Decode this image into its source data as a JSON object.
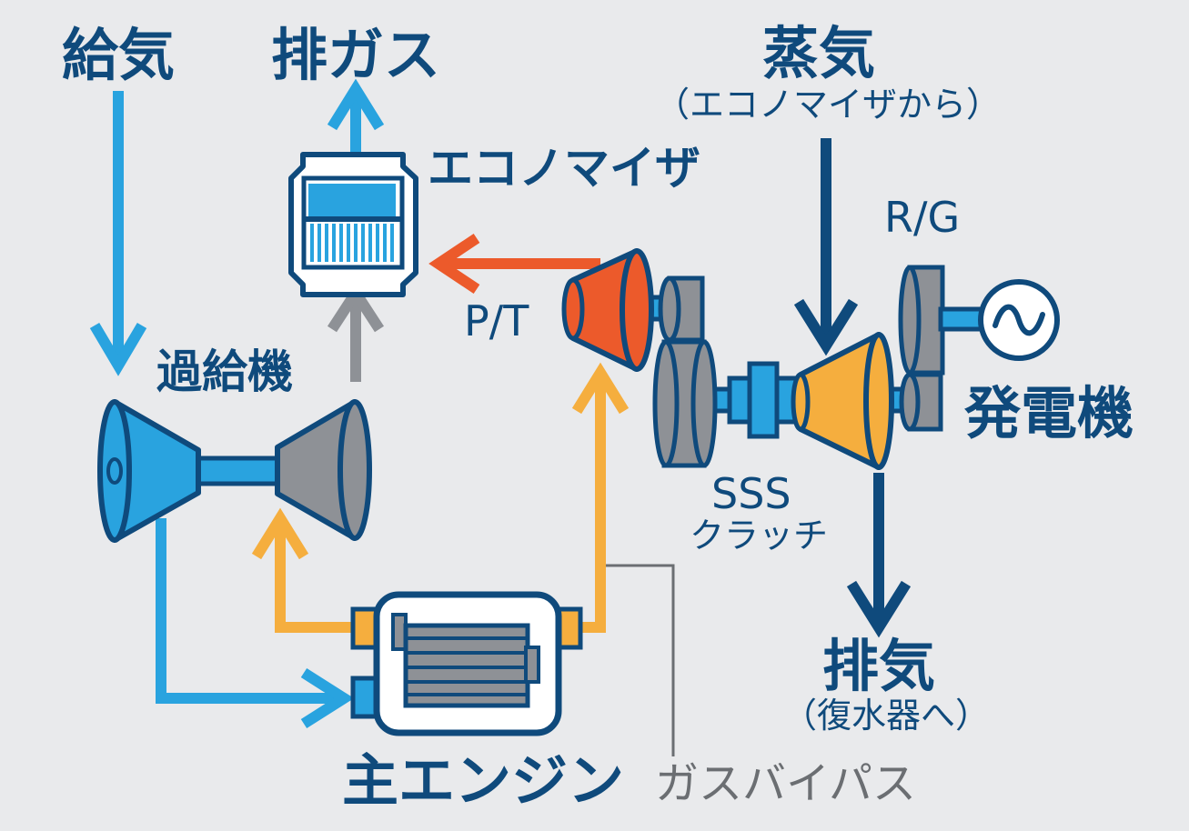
{
  "labels": {
    "supply_air": "給気",
    "exhaust_gas": "排ガス",
    "steam": "蒸気",
    "steam_note": "（エコノマイザから）",
    "economizer": "エコノマイザ",
    "rg": "R/G",
    "pt": "P/T",
    "turbocharger": "過給機",
    "generator": "発電機",
    "sss": "SSS",
    "clutch": "クラッチ",
    "exhaust": "排気",
    "exhaust_note": "（復水器へ）",
    "main_engine": "主エンジン",
    "gas_bypass": "ガスバイパス"
  },
  "colors": {
    "background": "#e9eaec",
    "navy": "#0f4a7c",
    "light_blue": "#29a3df",
    "orange_red": "#ec5a2b",
    "amber": "#f5ae3e",
    "gray": "#8e9196",
    "dark_gray": "#6b6e72",
    "white": "#ffffff"
  },
  "icons": {
    "generator": "sine-wave-icon"
  }
}
